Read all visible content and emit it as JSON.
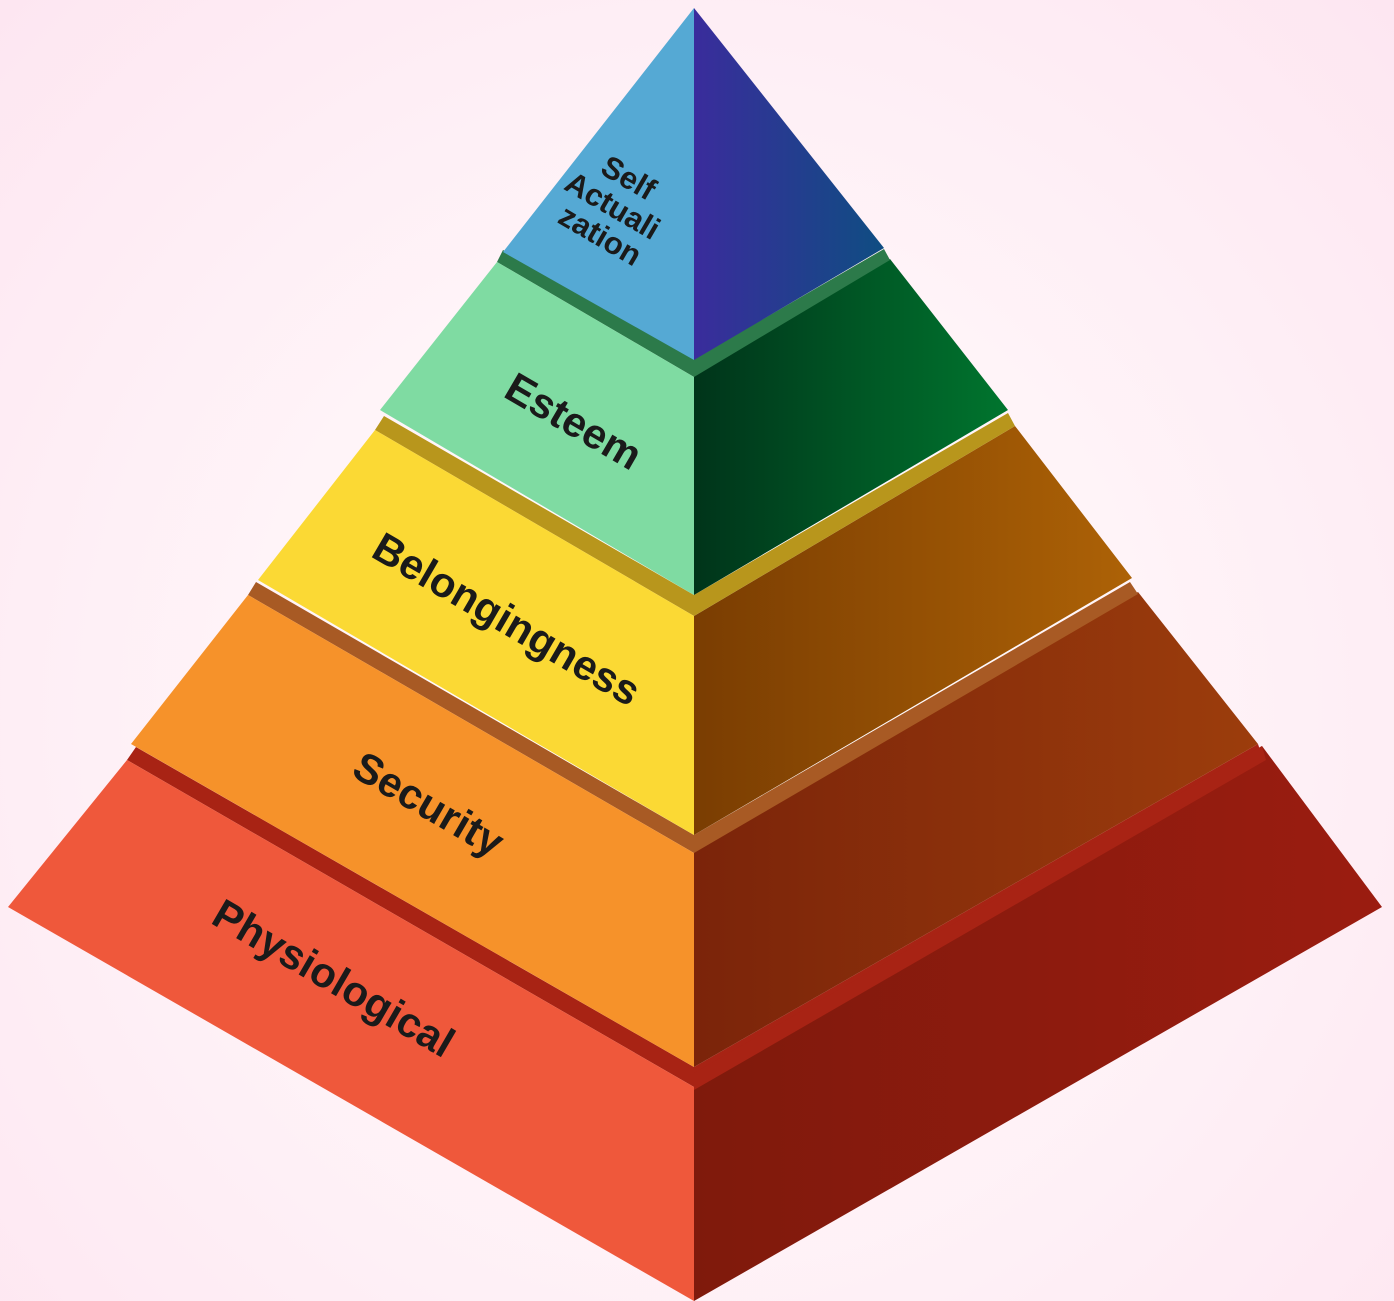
{
  "levels": [
    {
      "key": "physiological",
      "label": "Physiological",
      "colors": {
        "front": "#ef583b",
        "rim": "#a82314",
        "side_dark": "#7f1a0c",
        "side_light": "#9b1c10",
        "side_rim": "#a82314"
      }
    },
    {
      "key": "security",
      "label": "Security",
      "colors": {
        "front": "#f6922a",
        "rim": "#a85a24",
        "side_dark": "#7b240a",
        "side_light": "#9c3d0c",
        "side_rim": "#b05a28"
      }
    },
    {
      "key": "belongingness",
      "label": "Belongingness",
      "colors": {
        "front": "#fbd934",
        "rim": "#b8961c",
        "side_dark": "#7a3d02",
        "side_light": "#ad6206",
        "side_rim": "#b8961c"
      }
    },
    {
      "key": "esteem",
      "label": "Esteem",
      "colors": {
        "front": "#7fdba2",
        "rim": "#2c7a4a",
        "side_dark": "#00341a",
        "side_light": "#00752e",
        "side_rim": "#2c7a4a"
      }
    },
    {
      "key": "self_actualization",
      "label_lines": [
        "Self",
        "Actuali",
        "zation"
      ],
      "colors": {
        "front": "#55a9d4",
        "side_dark": "#3a2c9c",
        "side_light": "#0f4d82"
      }
    }
  ]
}
